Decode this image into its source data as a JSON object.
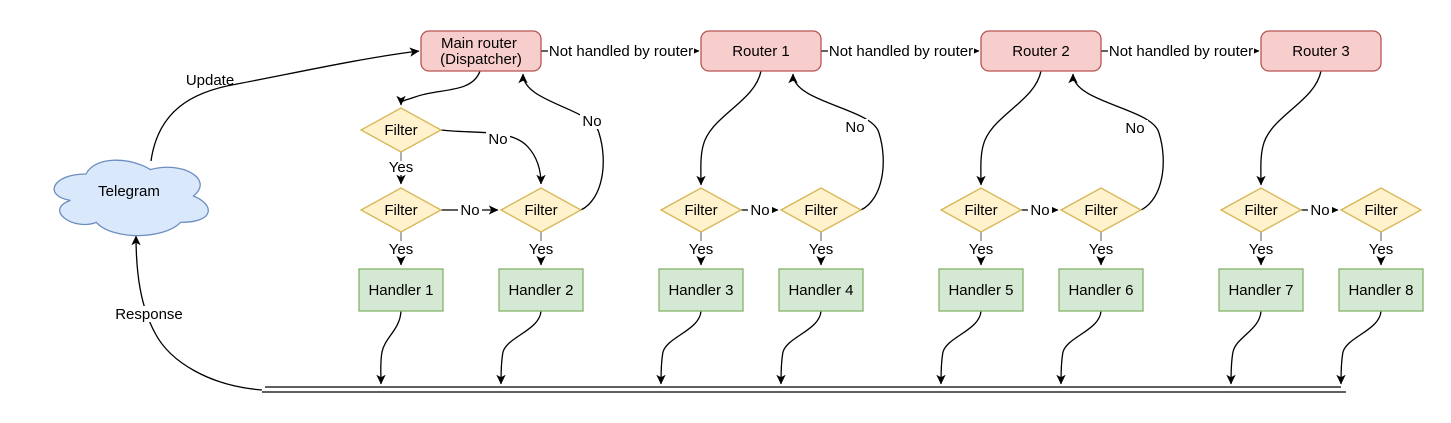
{
  "cloud": {
    "label": "Telegram"
  },
  "edge_labels": {
    "update": "Update",
    "response": "Response",
    "not_handled": "Not handled by router",
    "yes": "Yes",
    "no": "No"
  },
  "routers": [
    {
      "line1": "Main router",
      "line2": "(Dispatcher)"
    },
    {
      "label": "Router 1"
    },
    {
      "label": "Router 2"
    },
    {
      "label": "Router 3"
    }
  ],
  "filters": [
    {
      "label": "Filter"
    },
    {
      "label": "Filter"
    },
    {
      "label": "Filter"
    },
    {
      "label": "Filter"
    },
    {
      "label": "Filter"
    },
    {
      "label": "Filter"
    },
    {
      "label": "Filter"
    },
    {
      "label": "Filter"
    },
    {
      "label": "Filter"
    }
  ],
  "handlers": [
    {
      "label": "Handler 1"
    },
    {
      "label": "Handler 2"
    },
    {
      "label": "Handler 3"
    },
    {
      "label": "Handler 4"
    },
    {
      "label": "Handler 5"
    },
    {
      "label": "Handler 6"
    },
    {
      "label": "Handler 7"
    },
    {
      "label": "Handler 8"
    }
  ],
  "colors": {
    "cloud_fill": "#dae8fc",
    "cloud_stroke": "#6c8ebf",
    "router_fill": "#f8cecc",
    "router_stroke": "#b85450",
    "filter_fill": "#fff2cc",
    "filter_stroke": "#d6b656",
    "handler_fill": "#d5e8d4",
    "handler_stroke": "#82b366",
    "edge_stroke": "#000000",
    "yes_stub_stroke": "#808080",
    "label_background": "#ffffff",
    "page_background": "#ffffff"
  }
}
